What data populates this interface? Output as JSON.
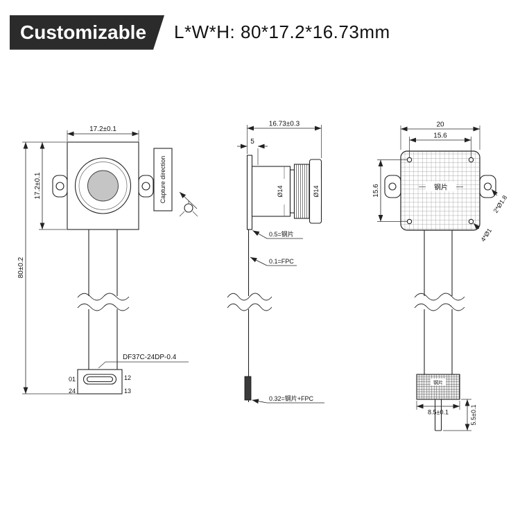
{
  "header": {
    "badge": "Customizable",
    "size_text": "L*W*H:  80*17.2*16.73mm"
  },
  "front": {
    "width": "17.2±0.1",
    "height": "17.2±0.1",
    "length": "80±0.2",
    "connector": "DF37C-24DP-0.4",
    "pin_tl": "01",
    "pin_tr": "12",
    "pin_bl": "24",
    "pin_br": "13",
    "capture": "Capture direction"
  },
  "side": {
    "width": "16.73±0.3",
    "base": "5",
    "dia_rear": "Ø14",
    "dia_front": "Ø14",
    "note_steel": "0.5=钢片",
    "note_fpc": "0.1=FPC",
    "note_stack": "0.32=钢片+FPC"
  },
  "back": {
    "width": "20",
    "hole_span_h": "15.6",
    "hole_span_v": "15.6",
    "steel": "钢片",
    "ear_holes": "2*Ø1.8",
    "corner_holes": "4*Ø1",
    "conn_steel": "钢片",
    "conn_width": "8.5±0.1",
    "conn_height": "5.5±0.1"
  }
}
